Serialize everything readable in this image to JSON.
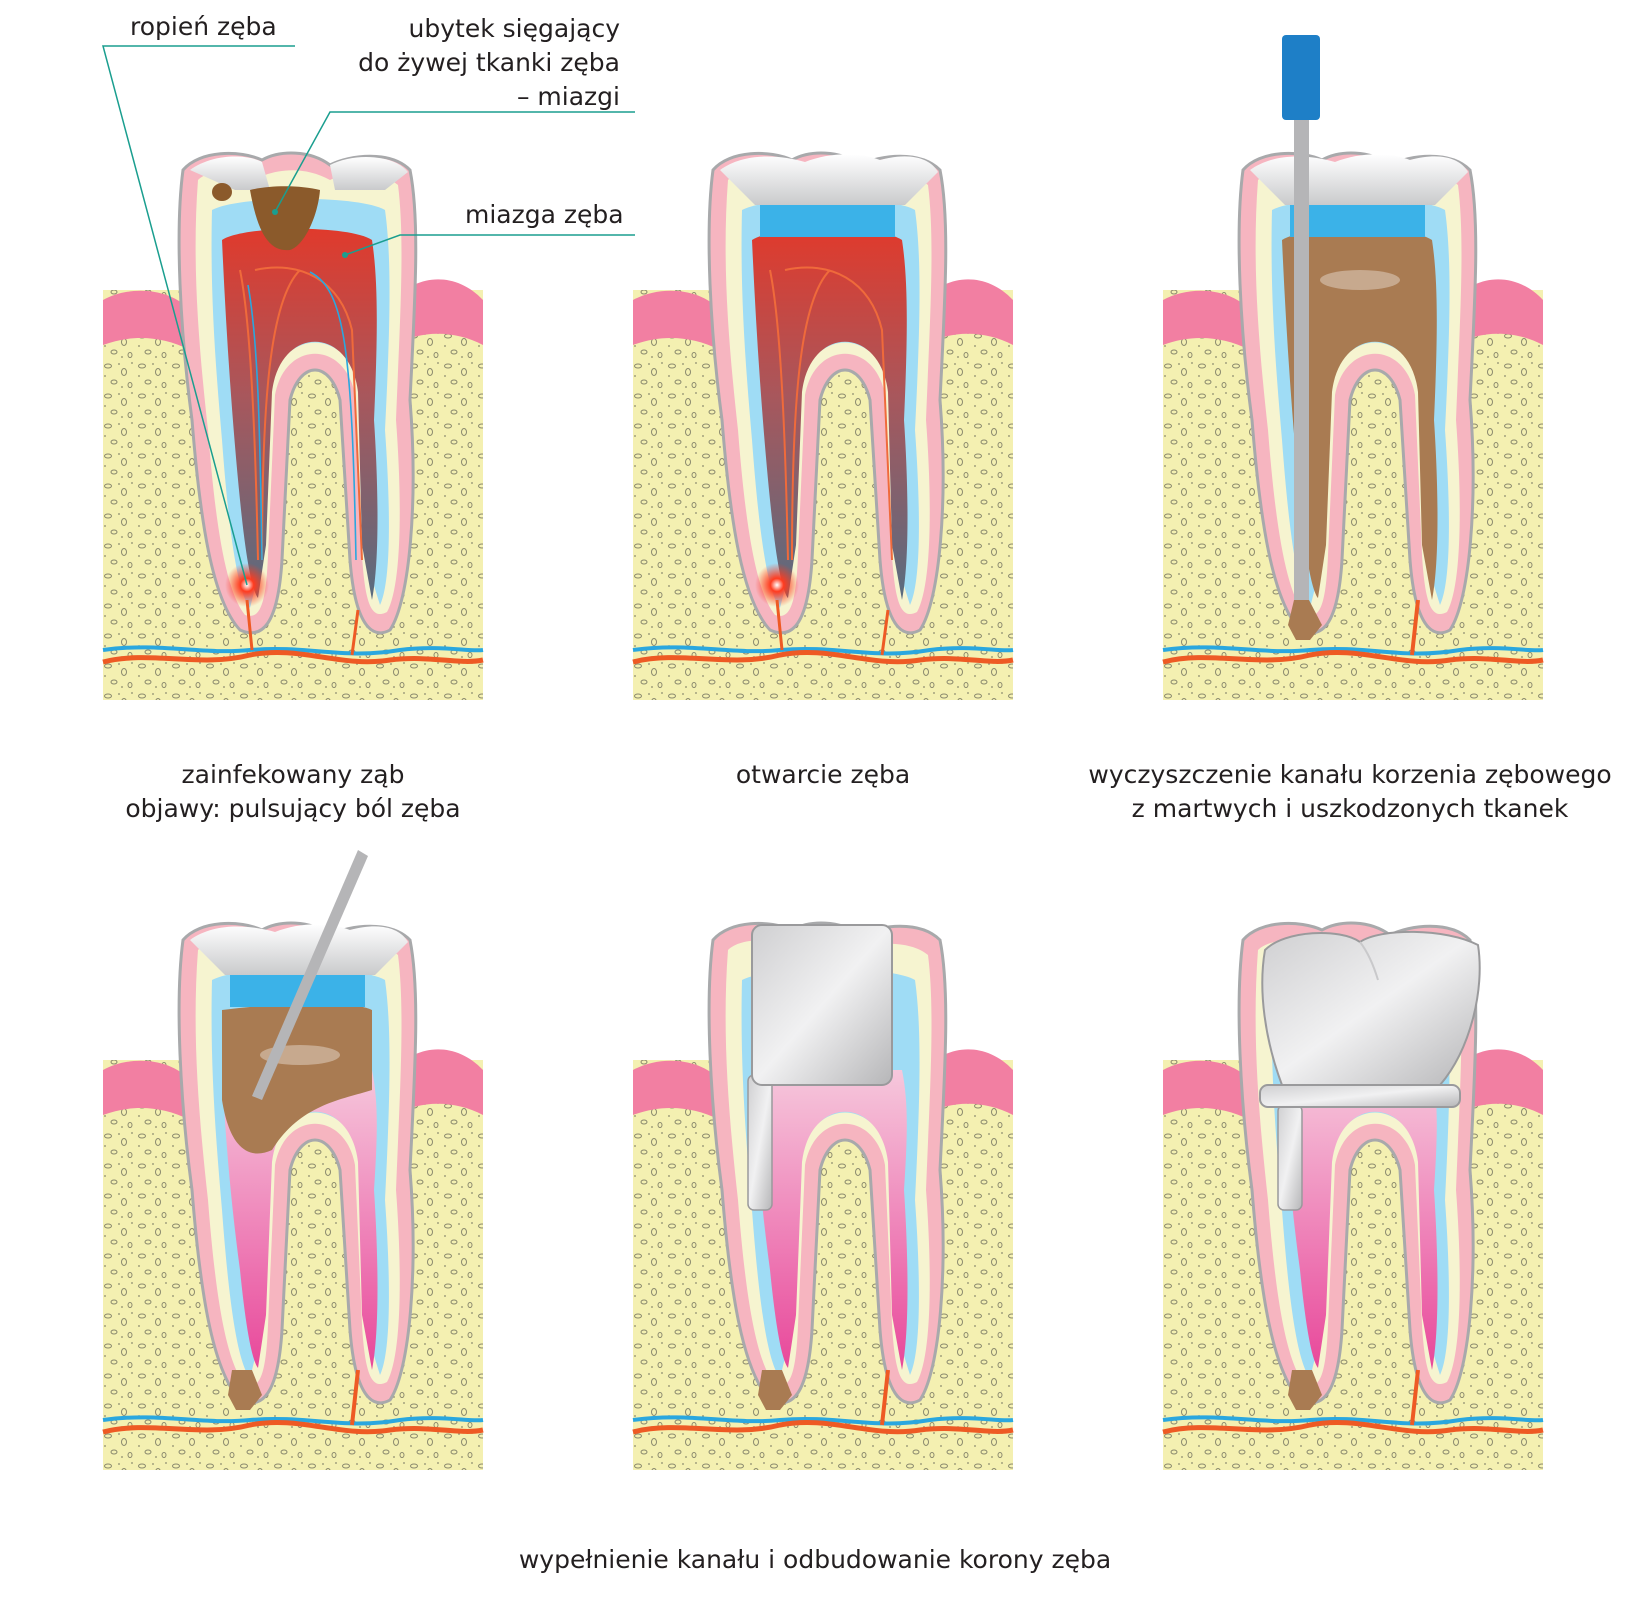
{
  "labels": {
    "abscess": "ropień zęba",
    "cavity": [
      "ubytek sięgający",
      "do żywej tkanki zęba",
      "– miazgi"
    ],
    "pulp": "miazga zęba"
  },
  "captions": {
    "step1": [
      "zainfekowany ząb",
      "objawy: pulsujący ból zęba"
    ],
    "step2": "otwarcie zęba",
    "step3": [
      "wyczyszczenie kanału korzenia zębowego",
      "z martwych i uszkodzonych tkanek"
    ],
    "steps456": "wypełnienie kanału i odbudowanie korony zęba"
  },
  "colors": {
    "bone": "#f4f0b1",
    "gum": "#f27fa2",
    "gum_light": "#f7b3c0",
    "enamel_outline": "#a8a9ab",
    "dentin": "#f6f4d0",
    "inner_blue": "#9fdcf5",
    "pulp_infected": "#d6463a",
    "pulp_dead": "#a97b52",
    "filling_blue": "#3bb2e8",
    "gutta_pink": "#e95a9f",
    "instrument_gray": "#b5b5b7",
    "handle_blue": "#1e7fc7",
    "leader_line": "#1a9e8f",
    "artery": "#ee5a24",
    "vein": "#2aa7df"
  }
}
